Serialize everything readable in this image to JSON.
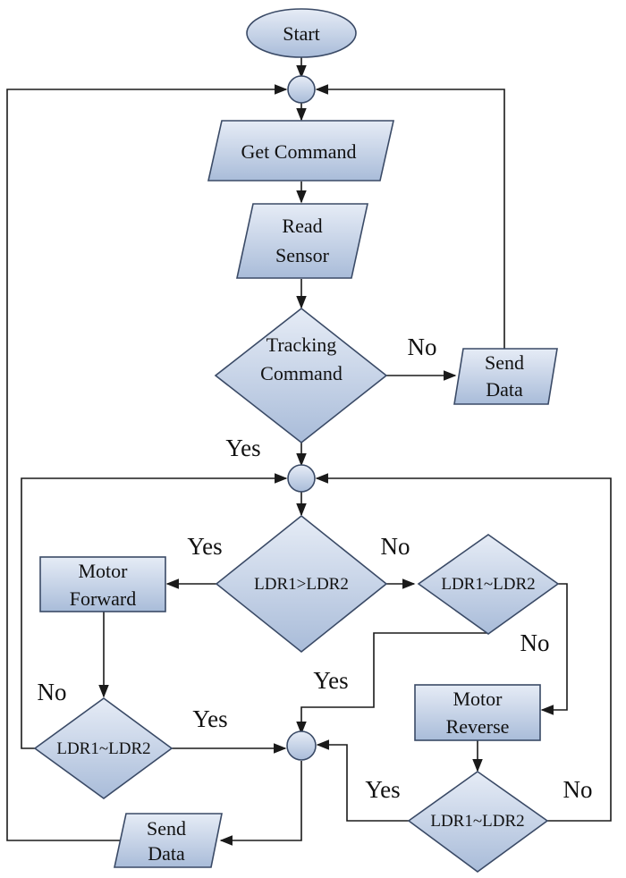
{
  "nodes": {
    "start": "Start",
    "get_command": "Get Command",
    "read_sensor": [
      "Read",
      "Sensor"
    ],
    "tracking_command": [
      "Tracking",
      "Command"
    ],
    "send_data_top": [
      "Send",
      "Data"
    ],
    "ldr_greater": "LDR1>LDR2",
    "ldr_approx_right": "LDR1~LDR2",
    "motor_forward": [
      "Motor",
      "Forward"
    ],
    "motor_reverse": [
      "Motor",
      "Reverse"
    ],
    "ldr_approx_left": "LDR1~LDR2",
    "ldr_approx_bottom": "LDR1~LDR2",
    "send_data_bottom": [
      "Send",
      "Data"
    ]
  },
  "labels": {
    "tracking_no": "No",
    "tracking_yes": "Yes",
    "greater_yes": "Yes",
    "greater_no": "No",
    "approx_right_yes": "Yes",
    "approx_right_no": "No",
    "forward_no": "No",
    "approx_left_yes": "Yes",
    "approx_bottom_yes": "Yes",
    "approx_bottom_no": "No"
  },
  "colors": {
    "fill_top": "#e6ecf6",
    "fill_bottom": "#a9bcd9",
    "stroke": "#3a4a66",
    "line": "#1a1a1a"
  }
}
